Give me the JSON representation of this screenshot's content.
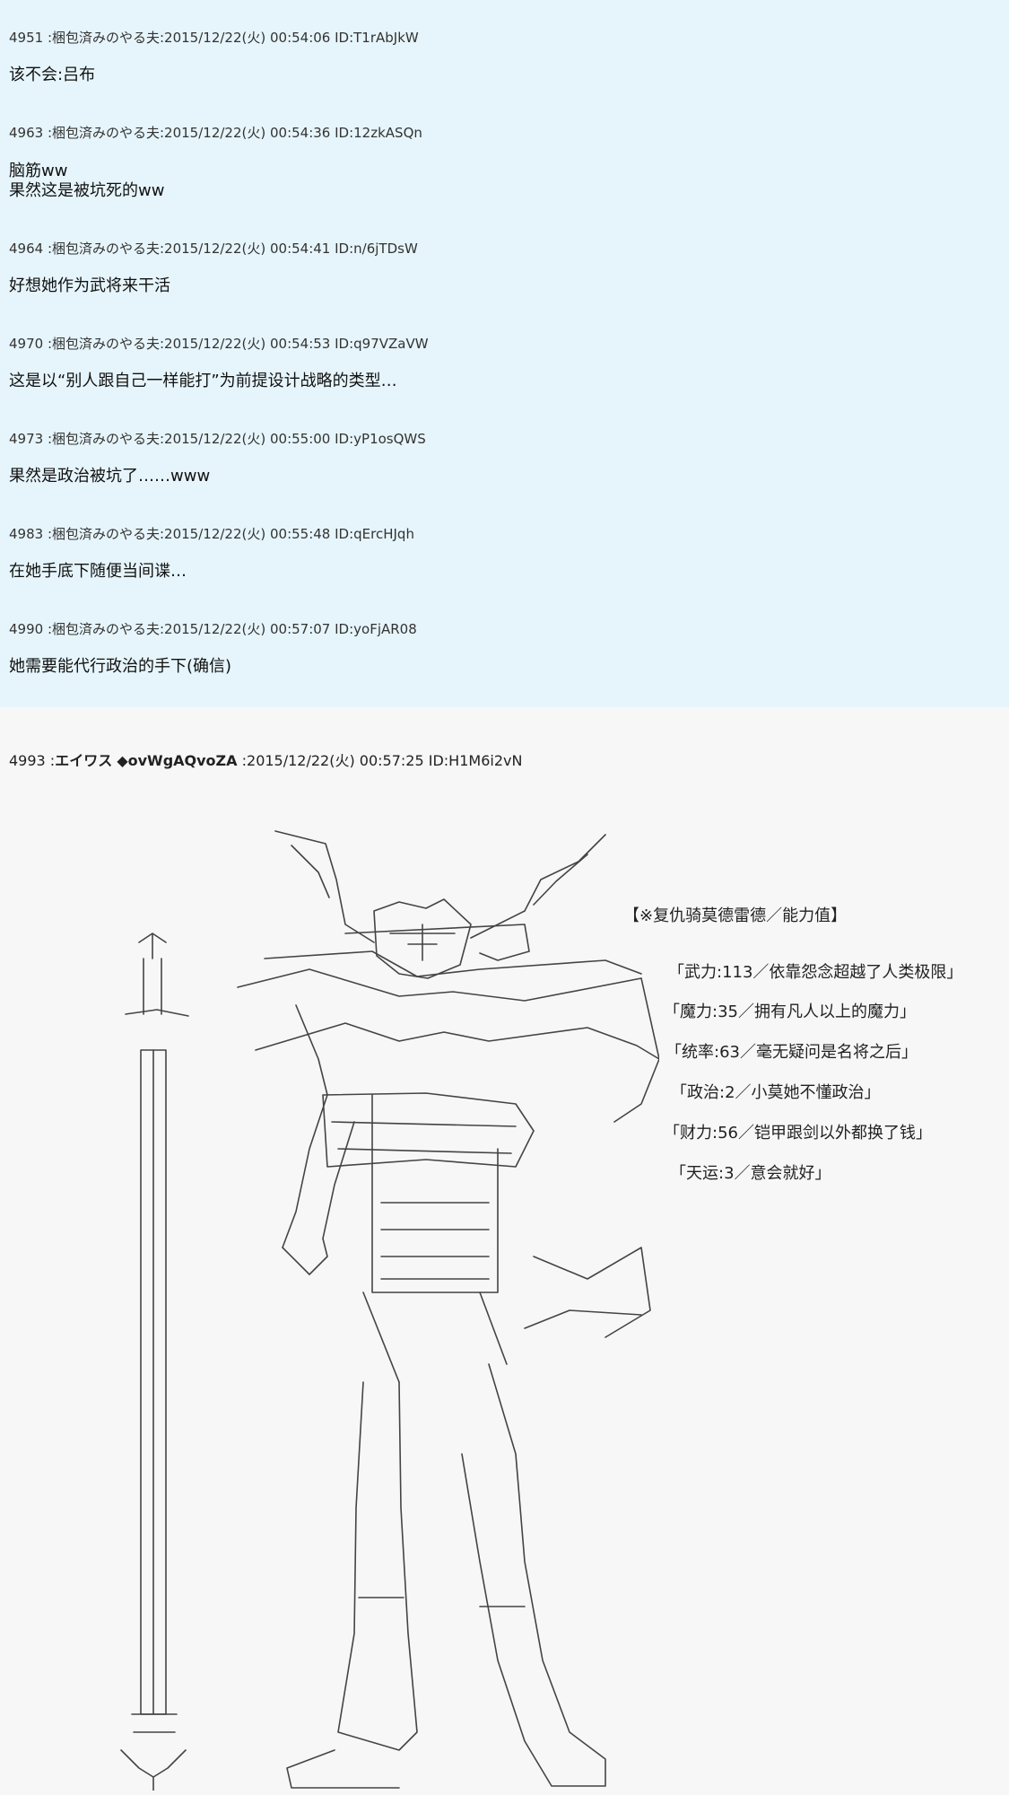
{
  "posts": [
    {
      "header": "4951 :梱包済みのやる夫:2015/12/22(火) 00:54:06 ID:T1rAbJkW",
      "lines": [
        "该不会:吕布"
      ]
    },
    {
      "header": "4963 :梱包済みのやる夫:2015/12/22(火) 00:54:36 ID:12zkASQn",
      "lines": [
        "脑筋ww",
        "果然这是被坑死的ww"
      ]
    },
    {
      "header": "4964 :梱包済みのやる夫:2015/12/22(火) 00:54:41 ID:n/6jTDsW",
      "lines": [
        "好想她作为武将来干活"
      ]
    },
    {
      "header": "4970 :梱包済みのやる夫:2015/12/22(火) 00:54:53 ID:q97VZaVW",
      "lines": [
        "这是以“别人跟自己一样能打”为前提设计战略的类型…"
      ]
    },
    {
      "header": "4973 :梱包済みのやる夫:2015/12/22(火) 00:55:00 ID:yP1osQWS",
      "lines": [
        "果然是政治被坑了……www"
      ]
    },
    {
      "header": "4983 :梱包済みのやる夫:2015/12/22(火) 00:55:48 ID:qErcHJqh",
      "lines": [
        "在她手底下随便当间谍…"
      ]
    },
    {
      "header": "4990 :梱包済みのやる夫:2015/12/22(火) 00:57:07 ID:yoFjAR08",
      "lines": [
        "她需要能代行政治的手下(确信)"
      ]
    }
  ],
  "op": {
    "number": "4993",
    "name": "エイワス",
    "trip": "◆ovWgAQvoZA",
    "meta": ":2015/12/22(火) 00:57:25 ID:H1M6i2vN"
  },
  "stats": {
    "title": "【※复仇骑莫德雷德／能力值】",
    "items": [
      "「武力:113／依靠怨念超越了人类极限」",
      "「魔力:35／拥有凡人以上的魔力」",
      "「统率:63／毫无疑问是名将之后」",
      "「政治:2／小莫她不懂政治」",
      "「财力:56／铠甲跟剑以外都换了钱」",
      "「天运:3／意会就好」"
    ]
  }
}
